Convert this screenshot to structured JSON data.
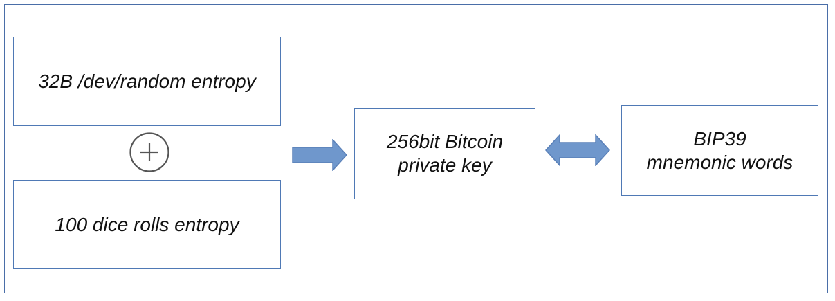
{
  "diagram": {
    "random_box": {
      "text": "32B /dev/random entropy"
    },
    "dice_box": {
      "text": "100 dice rolls entropy"
    },
    "key_box": {
      "line1": "256bit Bitcoin",
      "line2": "private key"
    },
    "bip_box": {
      "line1": "BIP39",
      "line2": "mnemonic words"
    },
    "combine_icon": "circled-plus-icon",
    "arrow_icon": "right-arrow-icon",
    "bidirectional_icon": "double-arrow-icon",
    "colors": {
      "box_border": "#4f79b5",
      "frame_border": "#4a6ea8",
      "arrow_fill": "#6f97cc",
      "arrow_stroke": "#5a80b8",
      "plus_stroke": "#555555",
      "text": "#111111"
    }
  }
}
